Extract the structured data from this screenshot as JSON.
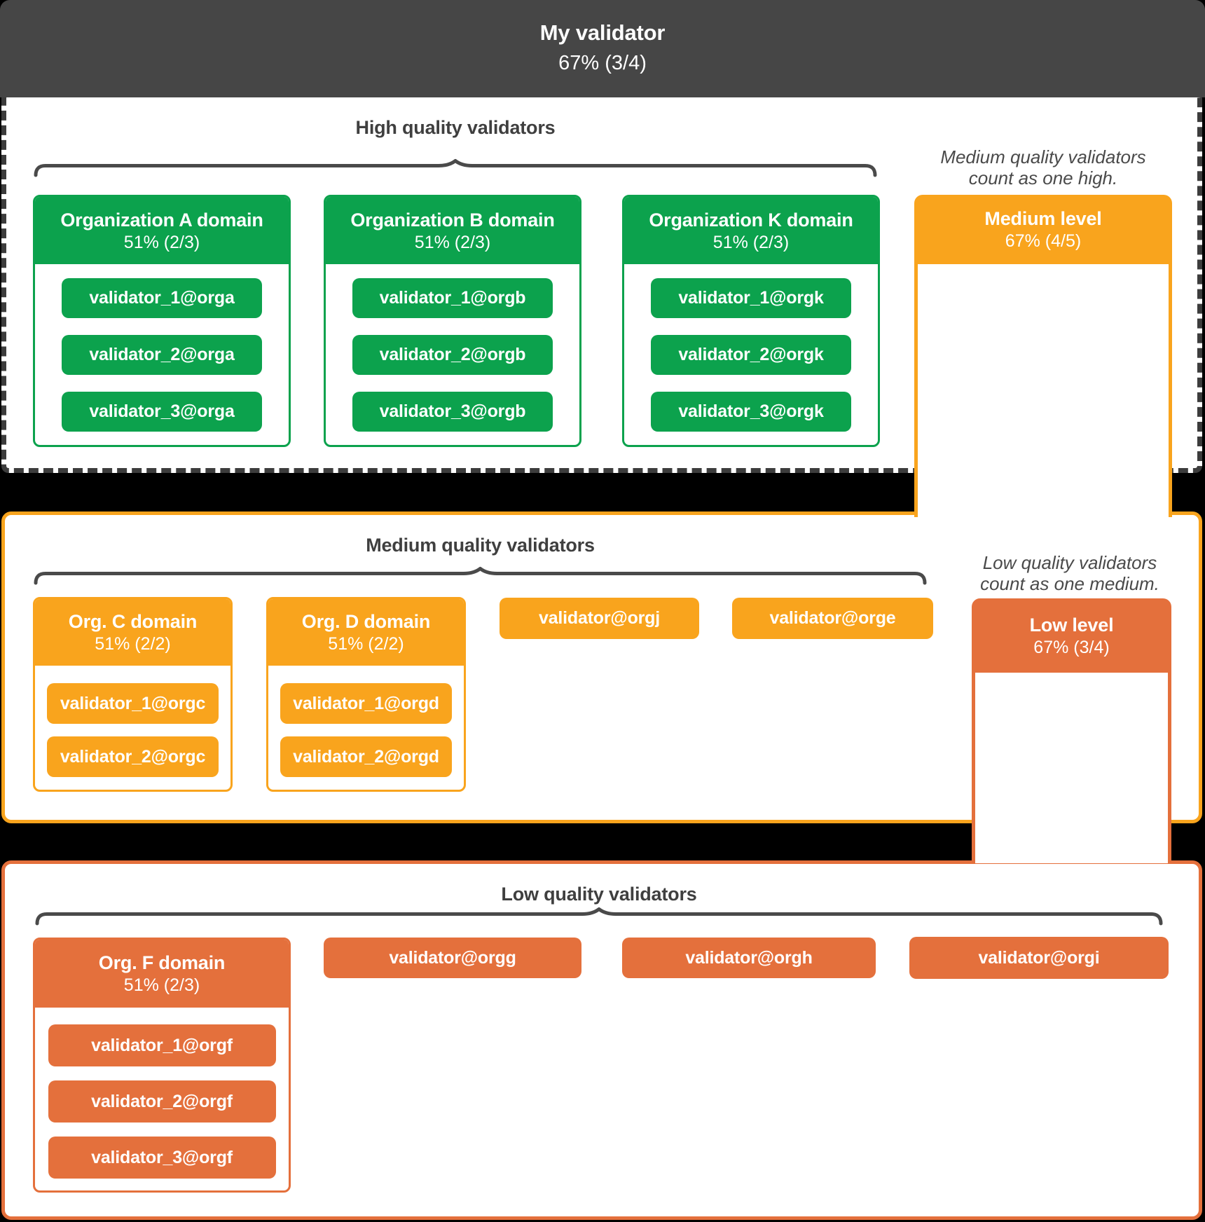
{
  "colors": {
    "green": "#0CA24D",
    "orange": "#F9A41D",
    "dark_orange": "#E4703C",
    "topbar_gray": "#464646",
    "dash_gray": "#3C3C3C",
    "title_gray": "#3F3F3F",
    "note_gray": "#4A4A4A",
    "brace_gray": "#4A4A4A"
  },
  "topbar": {
    "title": "My validator",
    "threshold": "67% (3/4)"
  },
  "high": {
    "title": "High quality validators",
    "note": {
      "line1": "Medium quality validators",
      "line2": "count as one high."
    },
    "orgs": [
      {
        "name": "Organization A domain",
        "threshold": "51% (2/3)",
        "validators": [
          "validator_1@orga",
          "validator_2@orga",
          "validator_3@orga"
        ]
      },
      {
        "name": "Organization B domain",
        "threshold": "51% (2/3)",
        "validators": [
          "validator_1@orgb",
          "validator_2@orgb",
          "validator_3@orgb"
        ]
      },
      {
        "name": "Organization K domain",
        "threshold": "51% (2/3)",
        "validators": [
          "validator_1@orgk",
          "validator_2@orgk",
          "validator_3@orgk"
        ]
      }
    ],
    "medium_level": {
      "title": "Medium level",
      "threshold": "67% (4/5)"
    }
  },
  "medium": {
    "title": "Medium quality validators",
    "note": {
      "line1": "Low quality validators",
      "line2": "count as one medium."
    },
    "orgs": [
      {
        "name": "Org. C domain",
        "threshold": "51% (2/2)",
        "validators": [
          "validator_1@orgc",
          "validator_2@orgc"
        ]
      },
      {
        "name": "Org. D domain",
        "threshold": "51% (2/2)",
        "validators": [
          "validator_1@orgd",
          "validator_2@orgd"
        ]
      }
    ],
    "standalone": [
      "validator@orgj",
      "validator@orge"
    ],
    "low_level": {
      "title": "Low level",
      "threshold": "67% (3/4)"
    }
  },
  "low": {
    "title": "Low quality validators",
    "orgs": [
      {
        "name": "Org. F domain",
        "threshold": "51% (2/3)",
        "validators": [
          "validator_1@orgf",
          "validator_2@orgf",
          "validator_3@orgf"
        ]
      }
    ],
    "standalone": [
      "validator@orgg",
      "validator@orgh",
      "validator@orgi"
    ]
  }
}
